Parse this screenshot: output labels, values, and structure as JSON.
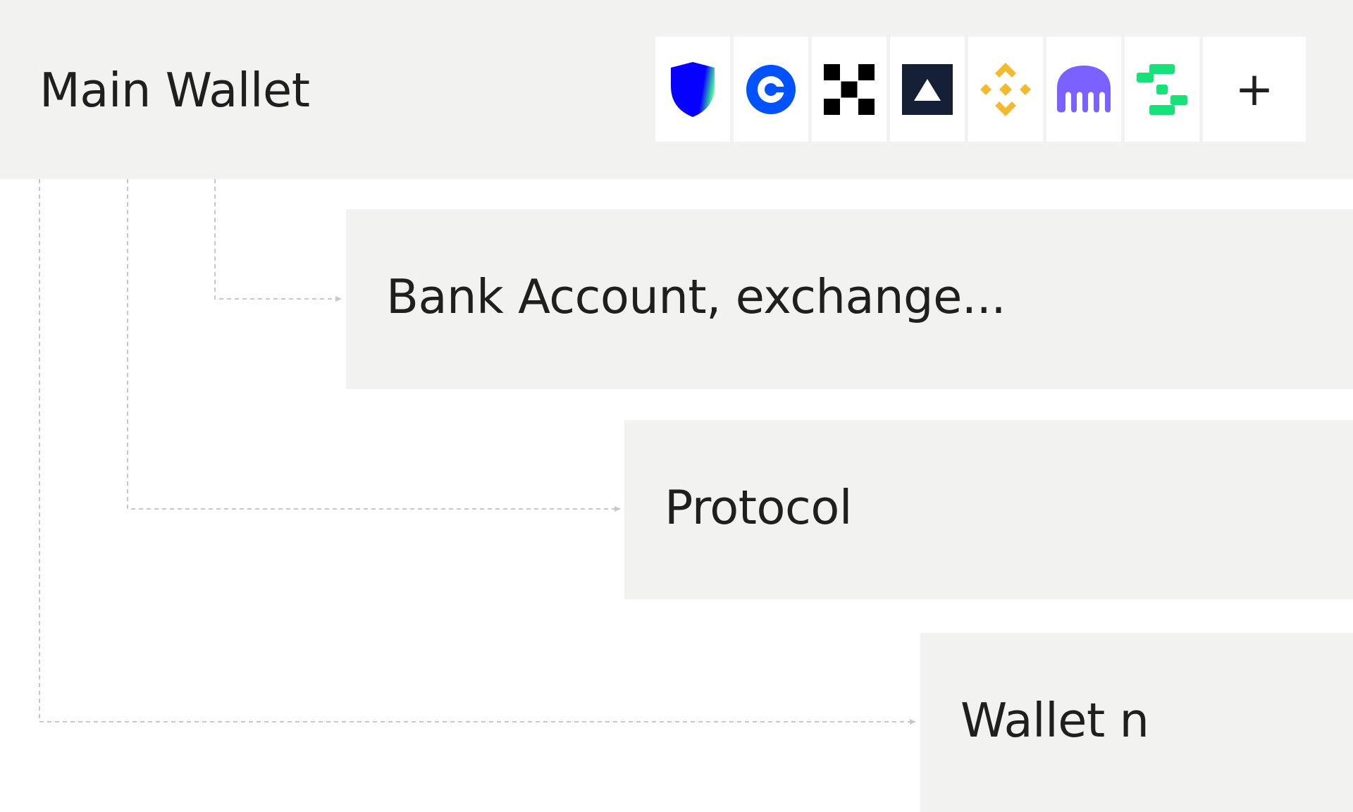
{
  "main_wallet": {
    "title": "Main Wallet",
    "wallet_icons": [
      {
        "icon": "trust-wallet-shield-icon",
        "colors": [
          "#0500ff",
          "#48ff91"
        ]
      },
      {
        "icon": "coinbase-icon",
        "colors": [
          "#0052ff",
          "#ffffff"
        ]
      },
      {
        "icon": "okx-icon",
        "colors": [
          "#000000"
        ]
      },
      {
        "icon": "bitstamp-triangle-icon",
        "colors": [
          "#152037",
          "#ffffff"
        ]
      },
      {
        "icon": "binance-icon",
        "colors": [
          "#f3ba2f"
        ]
      },
      {
        "icon": "kraken-icon",
        "colors": [
          "#7b61ff"
        ]
      },
      {
        "icon": "green-exchange-icon",
        "colors": [
          "#16e27a"
        ]
      }
    ],
    "add_label": "+"
  },
  "destinations": [
    {
      "label": "Bank Account, exchange..."
    },
    {
      "label": "Protocol"
    },
    {
      "label": "Wallet n"
    }
  ],
  "colors": {
    "panel_background": "#f2f2f0",
    "page_background": "#ffffff",
    "text": "#1f1f1f",
    "connector": "#c8c8c8"
  }
}
